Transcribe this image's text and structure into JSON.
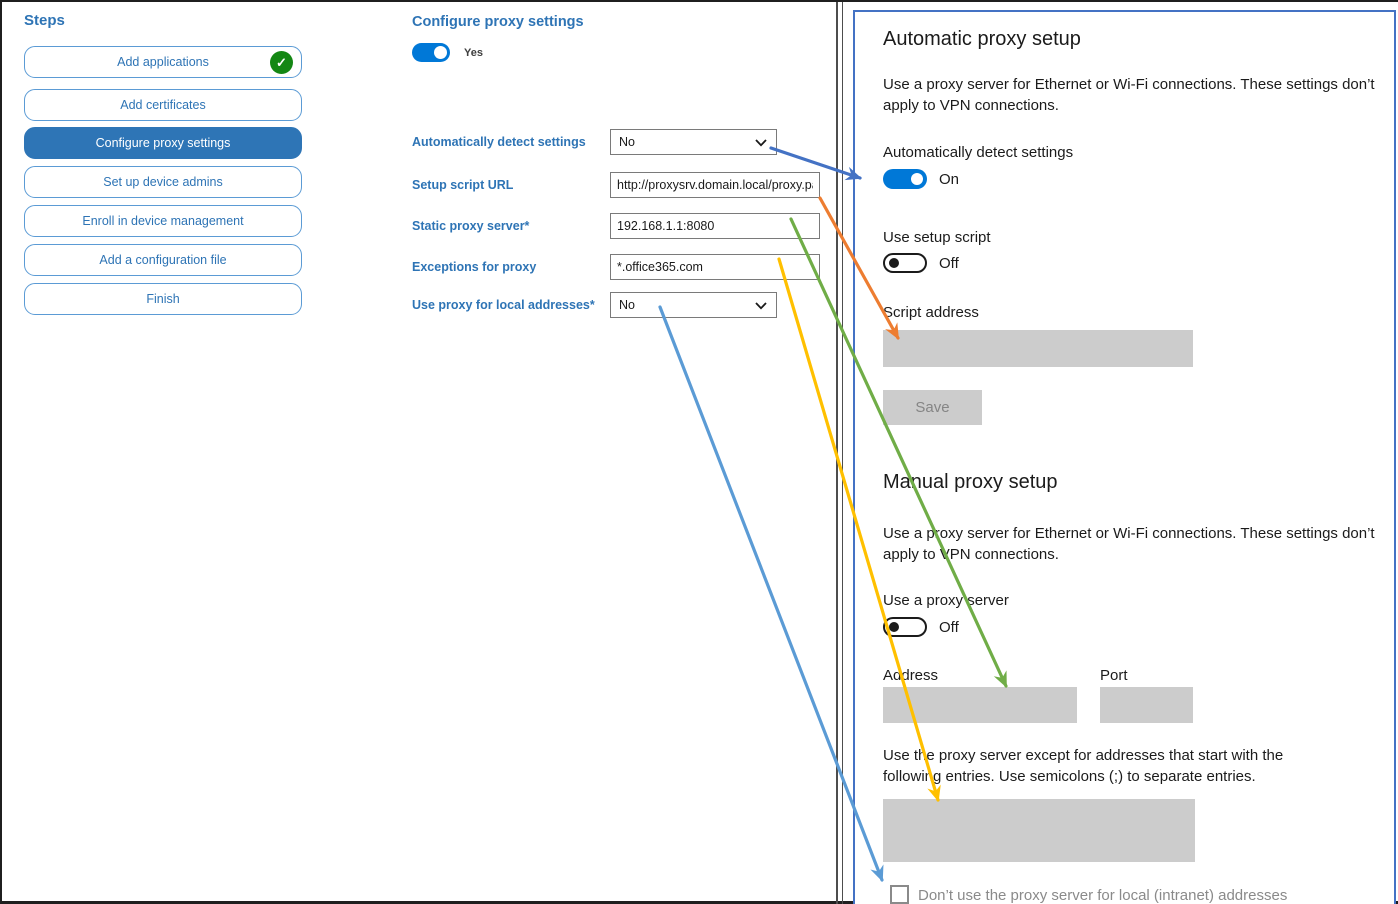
{
  "sidebar": {
    "title": "Steps",
    "items": [
      {
        "label": "Add applications",
        "completed": true,
        "selected": false
      },
      {
        "label": "Add certificates",
        "completed": false,
        "selected": false
      },
      {
        "label": "Configure proxy settings",
        "completed": false,
        "selected": true
      },
      {
        "label": "Set up device admins",
        "completed": false,
        "selected": false
      },
      {
        "label": "Enroll in device management",
        "completed": false,
        "selected": false
      },
      {
        "label": "Add a configuration file",
        "completed": false,
        "selected": false
      },
      {
        "label": "Finish",
        "completed": false,
        "selected": false
      }
    ],
    "check_icon": "✓"
  },
  "form": {
    "title": "Configure proxy settings",
    "enabled_toggle": {
      "state": "on",
      "label": "Yes"
    },
    "fields": [
      {
        "label": "Automatically detect settings",
        "type": "select",
        "value": "No"
      },
      {
        "label": "Setup script URL",
        "type": "text",
        "value": "http://proxysrv.domain.local/proxy.pac"
      },
      {
        "label": "Static proxy server*",
        "type": "text",
        "value": "192.168.1.1:8080"
      },
      {
        "label": "Exceptions for proxy",
        "type": "text",
        "value": "*.office365.com"
      },
      {
        "label": "Use proxy for local addresses*",
        "type": "select",
        "value": "No"
      }
    ]
  },
  "settings_panel": {
    "automatic": {
      "heading": "Automatic proxy setup",
      "description": "Use a proxy server for Ethernet or Wi-Fi connections. These settings don’t apply to VPN connections.",
      "detect_label": "Automatically detect settings",
      "detect_state": "On",
      "script_toggle_label": "Use setup script",
      "script_toggle_state": "Off",
      "script_address_label": "Script address",
      "script_address_value": "",
      "save_button": "Save"
    },
    "manual": {
      "heading": "Manual proxy setup",
      "description": "Use a proxy server for Ethernet or Wi-Fi connections. These settings don’t apply to VPN connections.",
      "proxy_toggle_label": "Use a proxy server",
      "proxy_toggle_state": "Off",
      "address_label": "Address",
      "address_value": "",
      "port_label": "Port",
      "port_value": "",
      "exceptions_text": "Use the proxy server except for addresses that start with the following entries. Use semicolons (;) to separate entries.",
      "exceptions_value": "",
      "checkbox_label": "Don’t use the proxy server for local (intranet) addresses",
      "checkbox_checked": false
    }
  },
  "arrows": [
    {
      "name": "detect-settings-mapping-arrow",
      "color": "#4472c4"
    },
    {
      "name": "setup-script-url-mapping-arrow",
      "color": "#ed7d31"
    },
    {
      "name": "static-proxy-mapping-arrow",
      "color": "#70ad47"
    },
    {
      "name": "proxy-exceptions-mapping-arrow",
      "color": "#ffc000"
    },
    {
      "name": "local-addresses-mapping-arrow",
      "color": "#5b9bd5"
    }
  ],
  "colors": {
    "accent_blue": "#2e75b6",
    "sidebar_border": "#5b9bd5",
    "toggle_on": "#0078d7",
    "panel_border": "#4472c4",
    "completed_green": "#148714",
    "disabled_gray": "#cccccc"
  }
}
